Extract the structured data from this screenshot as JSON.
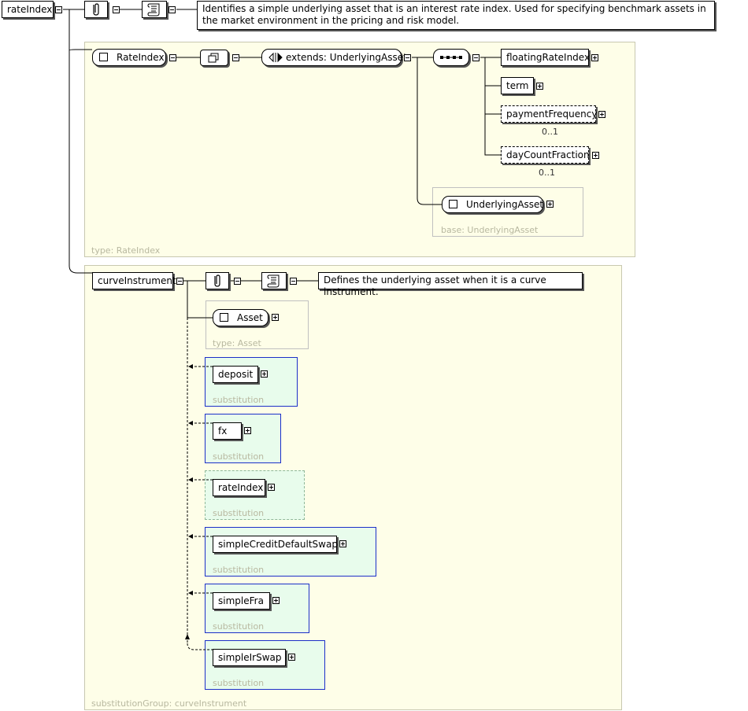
{
  "root": {
    "name": "rateIndex",
    "documentation": "Identifies a simple underlying asset that is an interest rate index. Used for specifying benchmark assets in the market environment in the pricing and risk model."
  },
  "rate_index_type": {
    "complex_type": "RateIndex",
    "extends_label": "extends: UnderlyingAsset",
    "children": [
      {
        "name": "floatingRateIndex",
        "occurs": ""
      },
      {
        "name": "term",
        "occurs": ""
      },
      {
        "name": "paymentFrequency",
        "occurs": "0..1"
      },
      {
        "name": "dayCountFraction",
        "occurs": "0..1"
      }
    ],
    "base_type": "UnderlyingAsset",
    "base_caption": "base: UnderlyingAsset",
    "type_caption": "type: RateIndex"
  },
  "curve_instrument": {
    "name": "curveInstrument",
    "documentation": "Defines the underlying asset when it is a curve instrument.",
    "type_name": "Asset",
    "type_caption": "type: Asset",
    "substitutions": [
      {
        "name": "deposit",
        "caption": "substitution"
      },
      {
        "name": "fx",
        "caption": "substitution"
      },
      {
        "name": "rateIndex",
        "caption": "substitution"
      },
      {
        "name": "simpleCreditDefaultSwap",
        "caption": "substitution"
      },
      {
        "name": "simpleFra",
        "caption": "substitution"
      },
      {
        "name": "simpleIrSwap",
        "caption": "substitution"
      }
    ],
    "group_caption": "substitutionGroup: curveInstrument"
  },
  "colors": {
    "panel_bg": "#fefee8",
    "substitution_bg": "#e8fcec",
    "substitution_border": "#1c2fc8",
    "caption": "#b8b8a0"
  }
}
